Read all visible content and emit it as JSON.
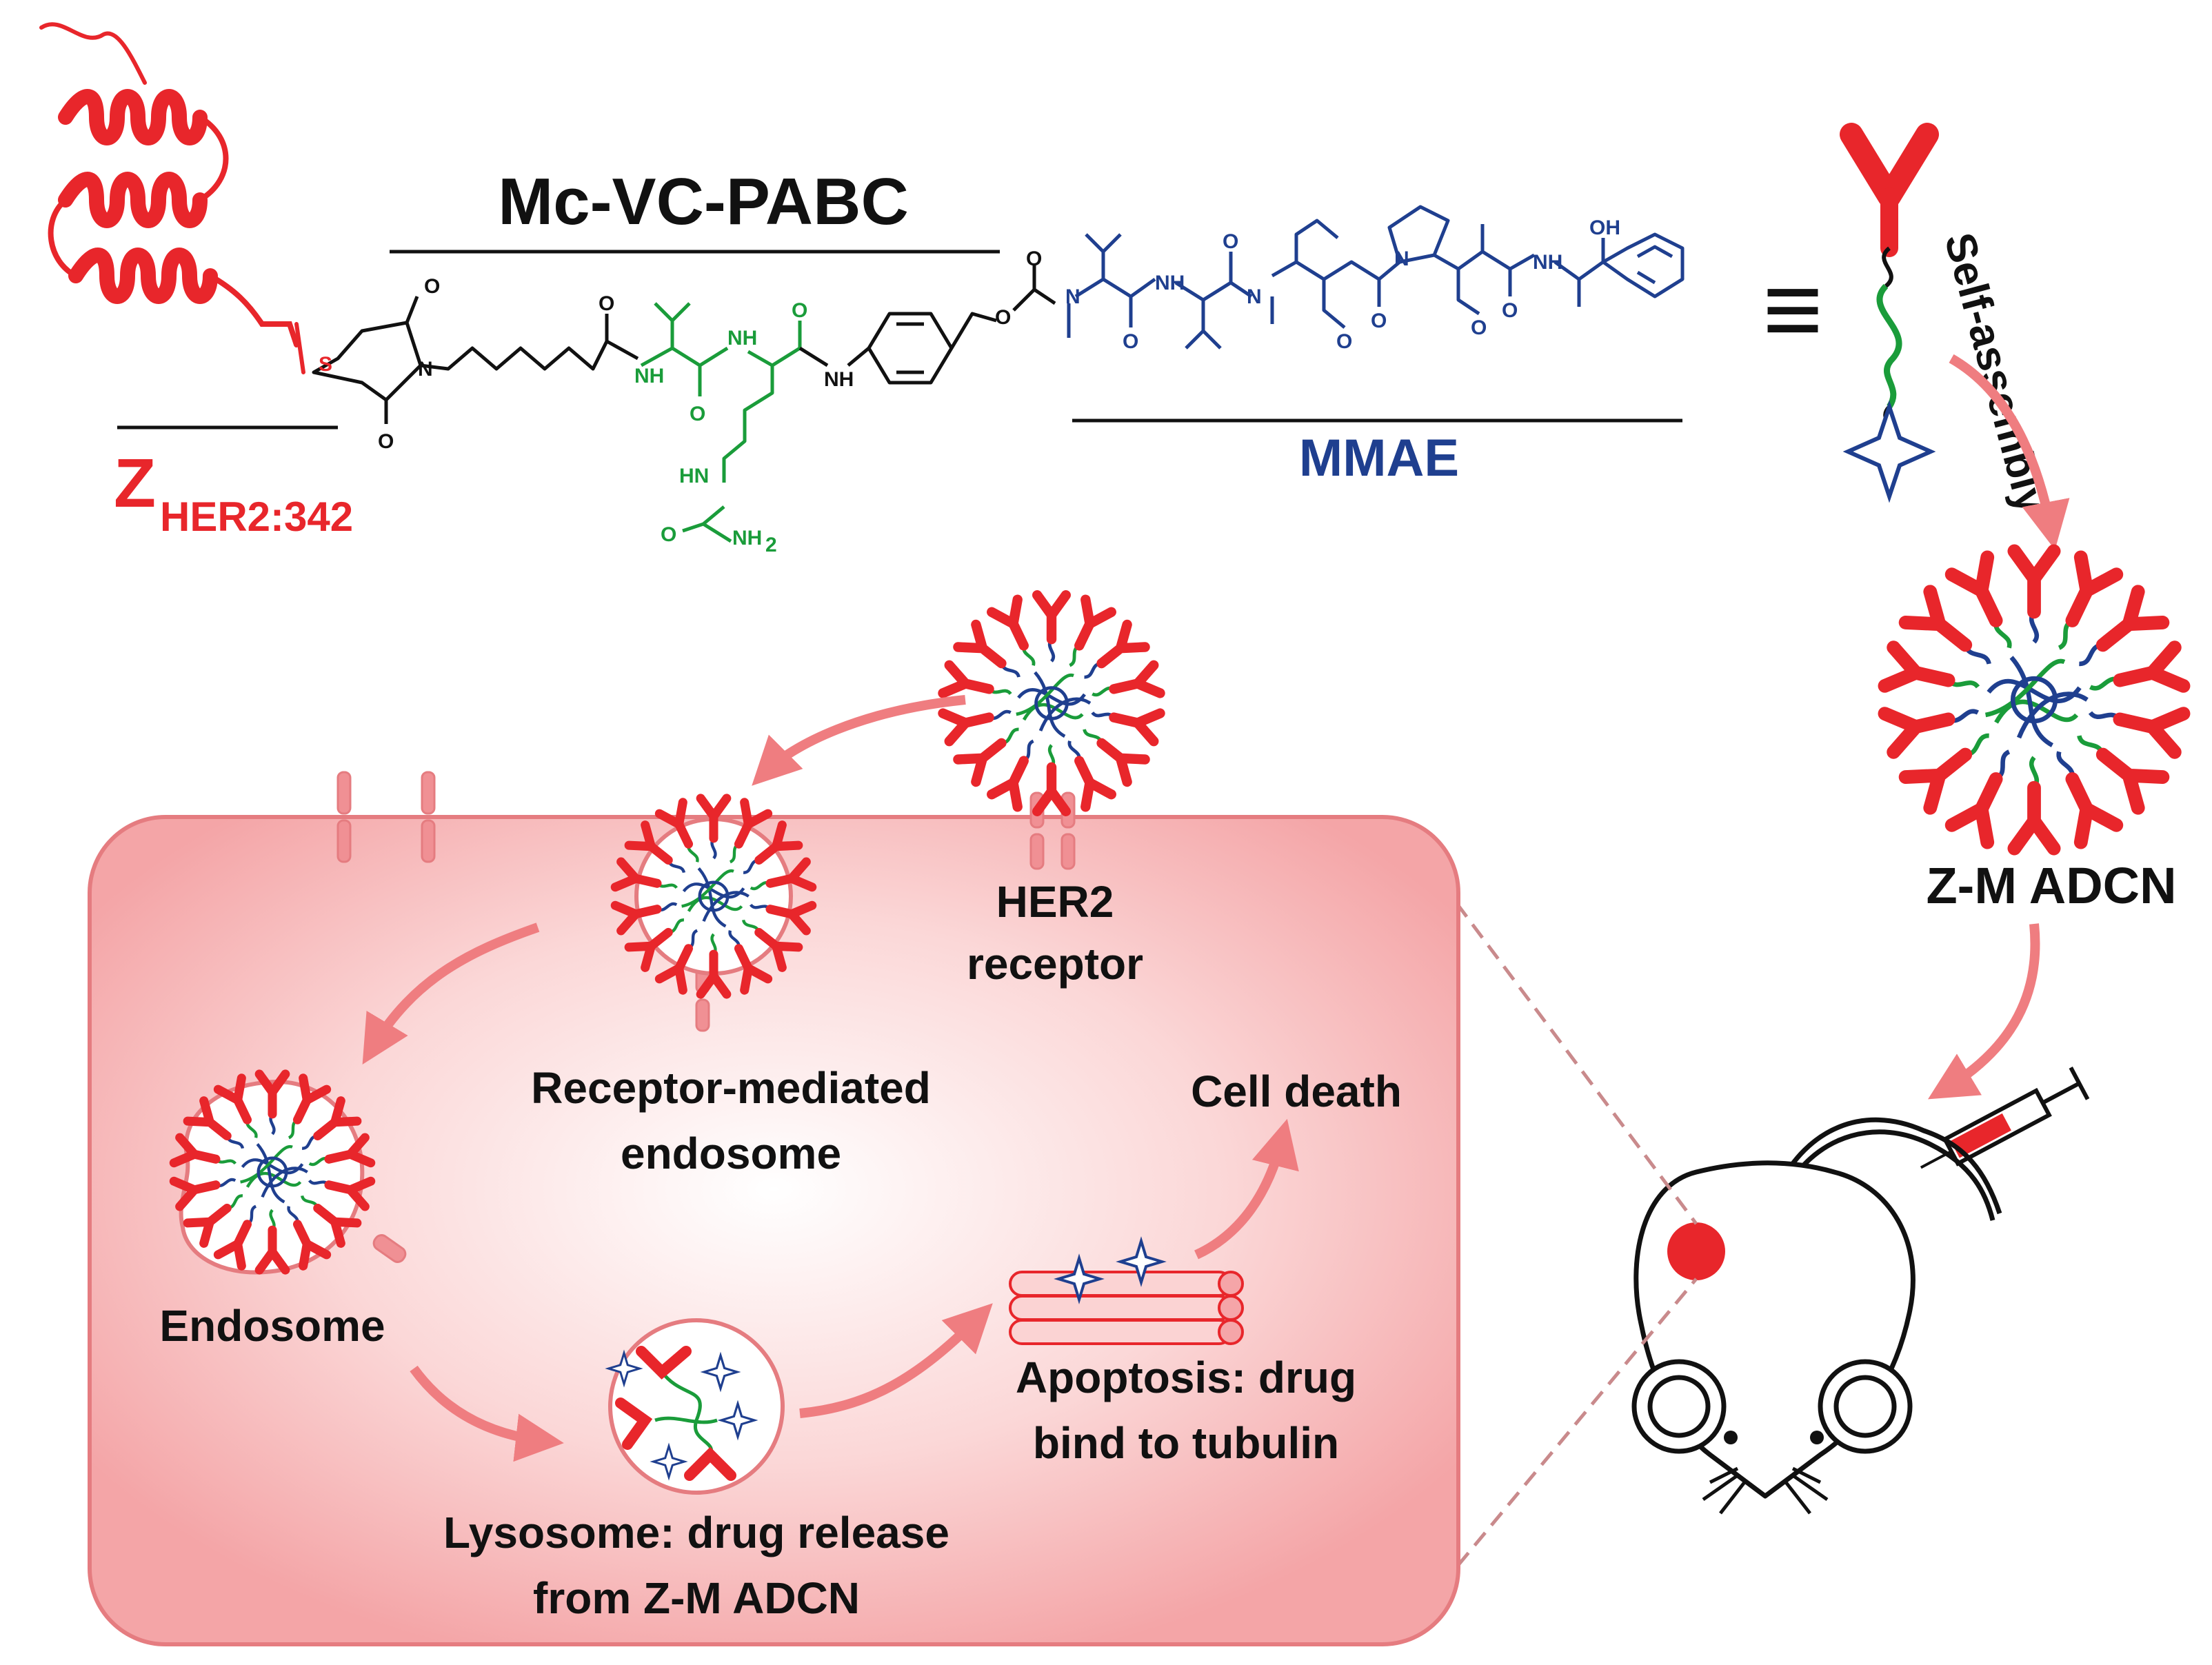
{
  "labels": {
    "linker_name": "Mc-VC-PABC",
    "affibody_main": "Z",
    "affibody_sub": "HER2:342",
    "drug_name": "MMAE",
    "self_assembly": "Self-assembly",
    "nanoparticle_name": "Z-M ADCN",
    "her2_line1": "HER2",
    "her2_line2": "receptor",
    "rme_line1": "Receptor-mediated",
    "rme_line2": "endosome",
    "endosome": "Endosome",
    "lysosome_line1": "Lysosome: drug release",
    "lysosome_line2": "from Z-M ADCN",
    "apoptosis_line1": "Apoptosis: drug",
    "apoptosis_line2": "bind to tubulin",
    "cell_death": "Cell death",
    "equiv": "≡"
  },
  "atoms": {
    "O": "O",
    "N": "N",
    "S": "S",
    "H": "H",
    "NH": "NH",
    "HN": "HN",
    "OH": "OH",
    "NH2": "NH",
    "sub2": "2"
  },
  "colors": {
    "red": "#e8262b",
    "green": "#1a9c3a",
    "blue": "#1f3f8f",
    "black": "#111111",
    "cell_fill": "#f7b7b7",
    "cell_border": "#e57c80",
    "arrow": "#ef7d80"
  },
  "icons": {
    "mouse": "mouse-icon",
    "syringe": "syringe-icon",
    "nanoparticle": "nanoparticle-icon",
    "star": "drug-star-icon"
  }
}
